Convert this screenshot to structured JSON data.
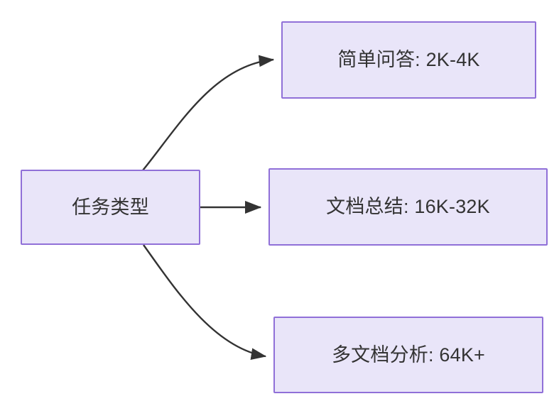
{
  "diagram": {
    "type": "flowchart",
    "direction": "left-to-right",
    "background_color": "#ffffff",
    "node_fill_color": "#e9e5f9",
    "node_border_color": "#9070d8",
    "node_text_color": "#333333",
    "edge_color": "#333333",
    "nodes": [
      {
        "id": "source",
        "label": "任务类型"
      },
      {
        "id": "simple_qa",
        "label": "简单问答: 2K-4K"
      },
      {
        "id": "doc_summary",
        "label": "文档总结: 16K-32K"
      },
      {
        "id": "multi_doc",
        "label": "多文档分析: 64K+"
      }
    ],
    "edges": [
      {
        "from": "source",
        "to": "simple_qa",
        "label": "",
        "style": "curved-arrow"
      },
      {
        "from": "source",
        "to": "doc_summary",
        "label": "",
        "style": "straight-arrow"
      },
      {
        "from": "source",
        "to": "multi_doc",
        "label": "",
        "style": "curved-arrow"
      }
    ]
  }
}
